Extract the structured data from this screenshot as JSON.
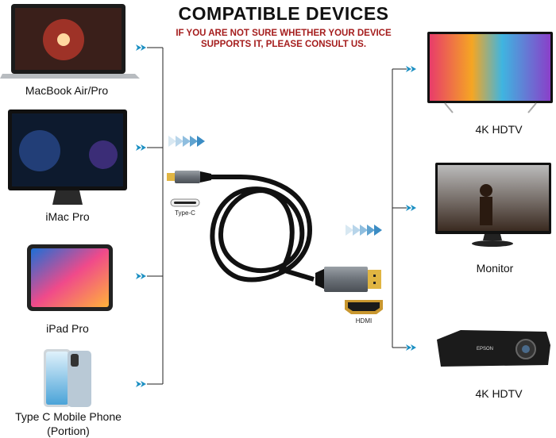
{
  "title": "COMPATIBLE DEVICES",
  "subtitle_line1": "IF YOU ARE NOT SURE WHETHER YOUR DEVICE",
  "subtitle_line2": "SUPPORTS IT, PLEASE CONSULT US.",
  "source_devices": [
    {
      "label": "MacBook Air/Pro",
      "icon": "laptop-icon"
    },
    {
      "label": "iMac Pro",
      "icon": "desktop-icon"
    },
    {
      "label": "iPad Pro",
      "icon": "tablet-icon"
    },
    {
      "label": "Type C Mobile Phone",
      "label2": "(Portion)",
      "icon": "phone-icon"
    }
  ],
  "target_devices": [
    {
      "label": "4K HDTV",
      "icon": "tv-icon"
    },
    {
      "label": "Monitor",
      "icon": "monitor-icon"
    },
    {
      "label": "4K HDTV",
      "icon": "projector-icon"
    }
  ],
  "cable": {
    "input_label": "Type-C",
    "output_label": "HDMI"
  },
  "colors": {
    "arrow": "#1b8fc2",
    "subtitle": "#a51d1d"
  }
}
